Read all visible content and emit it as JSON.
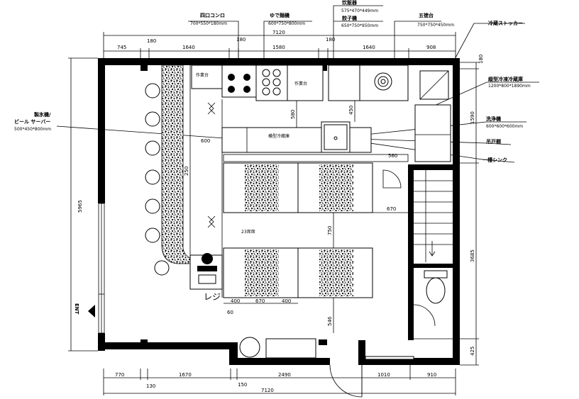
{
  "equipment": {
    "stove": {
      "name": "四口コンロ",
      "size": "700*550*180mm"
    },
    "noodle_boiler": {
      "name": "ゆで麺機",
      "size": "600*750*800mm"
    },
    "rice_cooker": {
      "name": "炊飯器",
      "size": "575*470*449mm"
    },
    "gyoza_machine": {
      "name": "餃子機",
      "size": "650*750*950mm"
    },
    "stand": {
      "name": "五徳台",
      "size": "750*750*450mm"
    },
    "cold_stocker": {
      "name": "冷蔵ストッカー"
    },
    "upright_fridge": {
      "name": "縦型冷凍冷蔵庫",
      "size": "1200*800*1890mm"
    },
    "dishwasher": {
      "name": "洗浄機",
      "size": "600*600*600mm"
    },
    "cabinet": {
      "name": "吊戸棚"
    },
    "sink": {
      "name": "一槽シンク"
    },
    "ice_maker": {
      "name1": "製氷機/",
      "name2": "ビール サーバー",
      "size": "500*450*800mm"
    }
  },
  "rooms": {
    "worktable_1": "作業台",
    "worktable_2": "作業台",
    "under_fridge": "横型冷蔵庫",
    "seats": "23席席",
    "register": "レジ",
    "entrance": "ENT"
  },
  "dims": {
    "top": [
      "745",
      "180",
      "1640",
      "180",
      "1580",
      "180",
      "1640",
      "908"
    ],
    "top_total": "7120",
    "bottom": [
      "770",
      "130",
      "1670",
      "150",
      "2490",
      "1010",
      "910"
    ],
    "bottom_total": "7120",
    "right": [
      "180",
      "1590",
      "3685",
      "425"
    ],
    "left": "5965",
    "inner": [
      "600",
      "580",
      "450",
      "560",
      "250",
      "670",
      "750",
      "400",
      "670",
      "400",
      "60",
      "546",
      "750"
    ]
  }
}
